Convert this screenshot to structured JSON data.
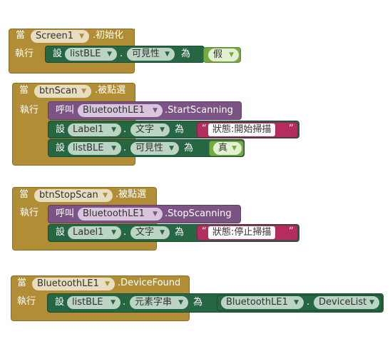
{
  "colors": {
    "event": "#b18e35",
    "setter": "#266643",
    "call": "#7c5385",
    "string": "#b32d5e",
    "logic": "#77ab41"
  },
  "blocks": [
    {
      "when": "當",
      "component": "Screen1",
      "event": ".初始化",
      "do": "執行",
      "statements": [
        {
          "set": "設",
          "component": "listBLE",
          "dot": ".",
          "property": "可見性",
          "to": "為",
          "value": "假"
        }
      ]
    },
    {
      "when": "當",
      "component": "btnScan",
      "event": ".被點選",
      "do": "執行",
      "statements": [
        {
          "call": "呼叫",
          "component": "BluetoothLE1",
          "method": ".StartScanning"
        },
        {
          "set": "設",
          "component": "Label1",
          "dot": ".",
          "property": "文字",
          "to": "為",
          "quote_open": "“",
          "value": "狀態:開始掃描",
          "quote_close": "”"
        },
        {
          "set": "設",
          "component": "listBLE",
          "dot": ".",
          "property": "可見性",
          "to": "為",
          "value": "真"
        }
      ]
    },
    {
      "when": "當",
      "component": "btnStopScan",
      "event": ".被點選",
      "do": "執行",
      "statements": [
        {
          "call": "呼叫",
          "component": "BluetoothLE1",
          "method": ".StopScanning"
        },
        {
          "set": "設",
          "component": "Label1",
          "dot": ".",
          "property": "文字",
          "to": "為",
          "quote_open": "“",
          "value": "狀態:停止掃描",
          "quote_close": "”"
        }
      ]
    },
    {
      "when": "當",
      "component": "BluetoothLE1",
      "event": ".DeviceFound",
      "do": "執行",
      "statements": [
        {
          "set": "設",
          "component": "listBLE",
          "dot": ".",
          "property": "元素字串",
          "to": "為",
          "getter_component": "BluetoothLE1",
          "getter_dot": ".",
          "getter_property": "DeviceList"
        }
      ]
    }
  ]
}
